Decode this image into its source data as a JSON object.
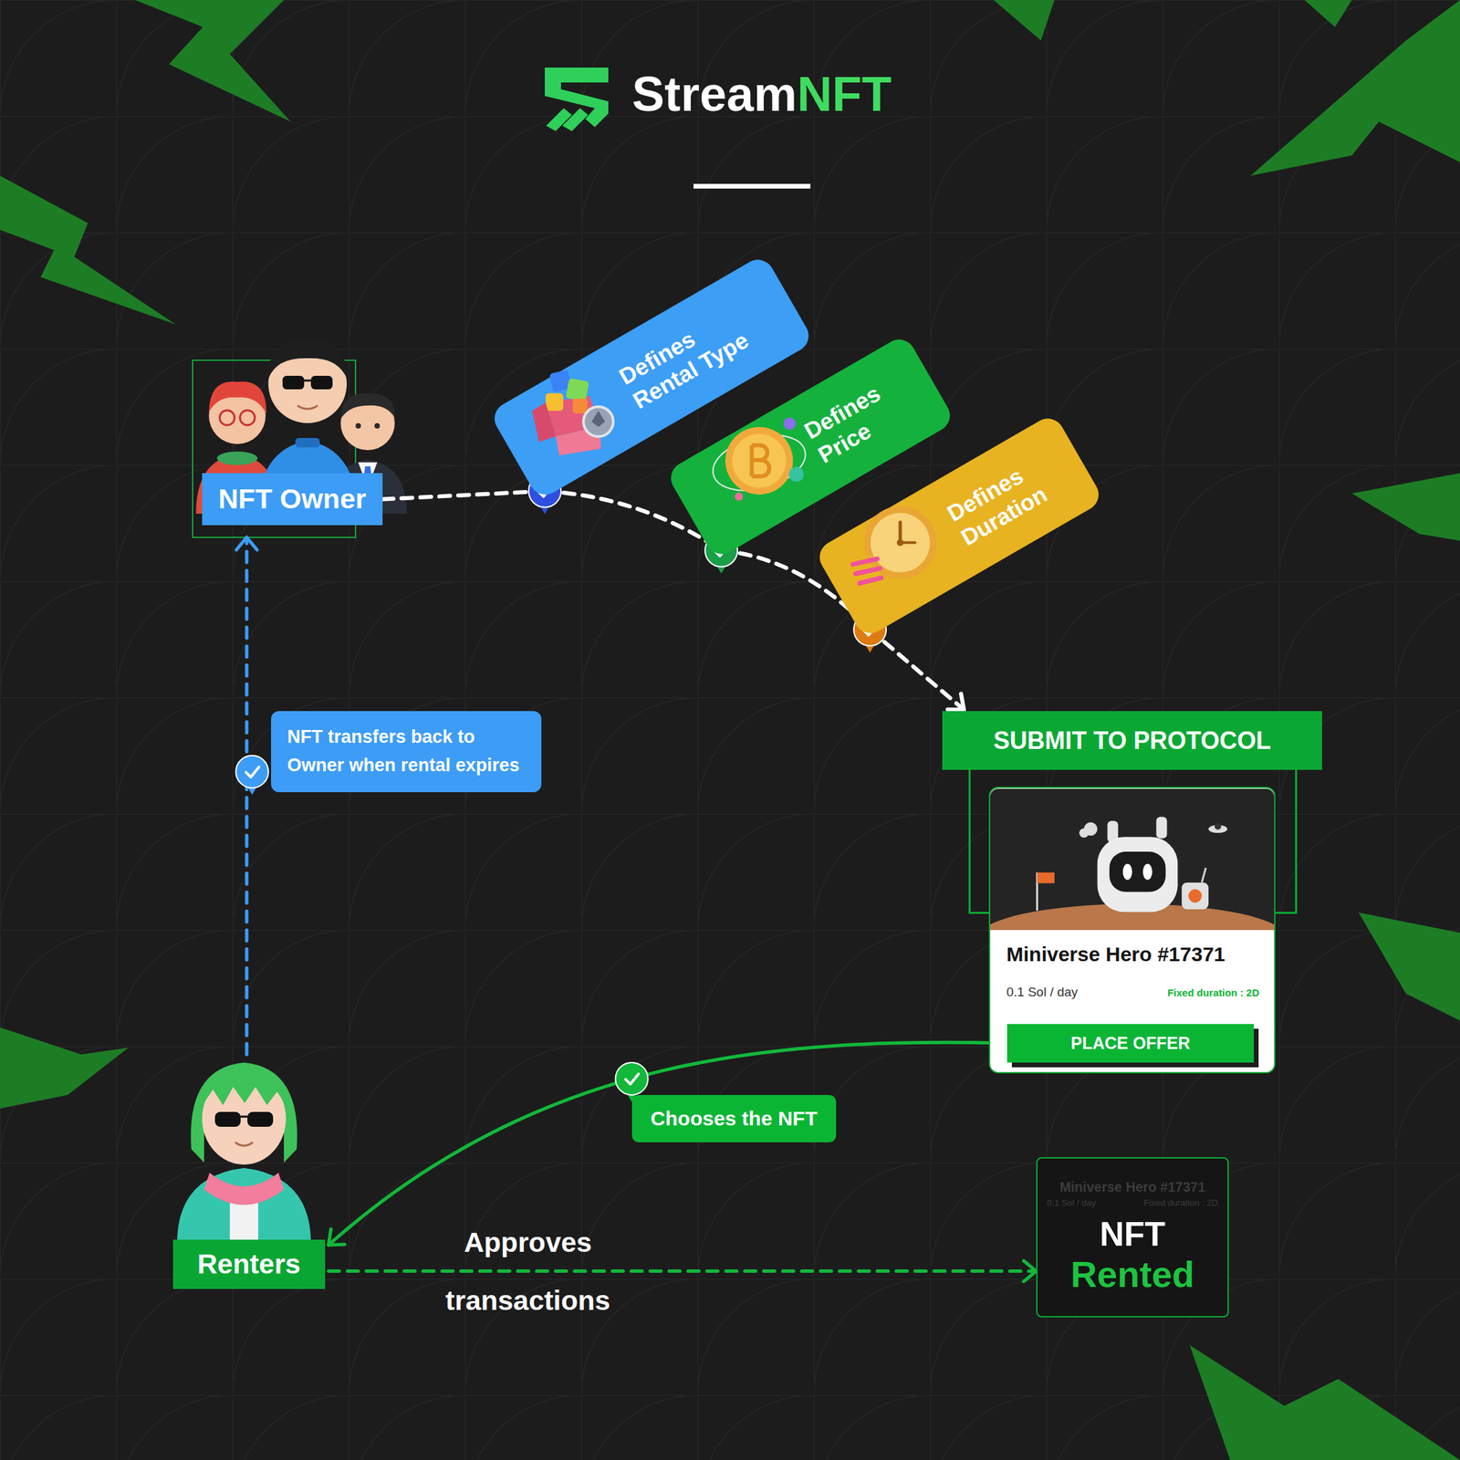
{
  "diagram": {
    "title": "StreamNFT",
    "nodes": [
      {
        "text": [
          "NFT Owner"
        ]
      },
      {
        "text": [
          "Defines Rental Type"
        ]
      },
      {
        "text": [
          "Defines Price"
        ]
      },
      {
        "text": [
          "Defines Duration"
        ]
      },
      {
        "text": [
          "SUBMIT TO PROTOCOL"
        ]
      },
      {
        "text": [
          "Miniverse Hero #17371",
          "0.1 Sol / day",
          "Fixed duration : 2D"
        ],
        "in": 4
      },
      {
        "text": [
          "PLACE OFFER"
        ],
        "in": 5
      },
      {
        "text": [
          "Renters"
        ]
      },
      {
        "text": [
          "Miniverse Hero #17371",
          "0.1 Sol / day",
          "Fixed duration : 2D",
          "NFT",
          "Rented"
        ]
      }
    ],
    "edges": [
      {
        "from": 0,
        "to": 1,
        "arrow": "none"
      },
      {
        "from": 1,
        "to": 2,
        "arrow": "none"
      },
      {
        "from": 2,
        "to": 3,
        "arrow": "none"
      },
      {
        "from": 3,
        "to": 4,
        "arrow": "to"
      },
      {
        "from": 6,
        "to": 7,
        "arrow": "to",
        "label": "Chooses the NFT"
      },
      {
        "from": 7,
        "to": 8,
        "arrow": "to",
        "label": "Approves transactions"
      },
      {
        "from": 7,
        "to": 0,
        "arrow": "to",
        "label": "NFT transfers back to Owner when rental expires"
      }
    ]
  }
}
